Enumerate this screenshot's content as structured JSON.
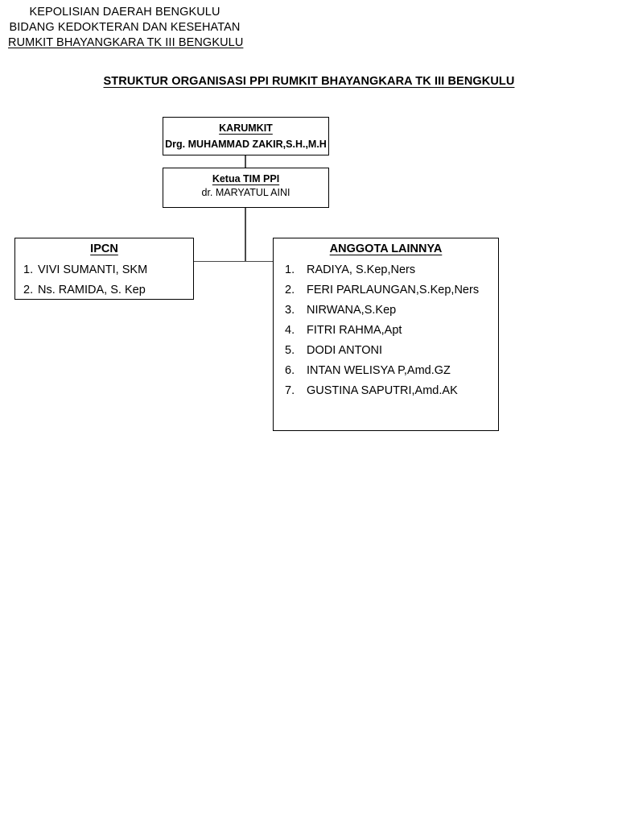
{
  "letterhead": {
    "lines": [
      "KEPOLISIAN DAERAH BENGKULU",
      "BIDANG KEDOKTERAN DAN KESEHATAN",
      "RUMKIT BHAYANGKARA TK III BENGKULU"
    ]
  },
  "title": "STRUKTUR ORGANISASI PPI RUMKIT BHAYANGKARA TK III BENGKULU",
  "chart_data": {
    "type": "diagram",
    "diagram_kind": "organization-chart",
    "nodes": [
      {
        "id": "karumkit",
        "title": "KARUMKIT",
        "subtitle": "Drg. MUHAMMAD ZAKIR,S.H.,M.H",
        "members": []
      },
      {
        "id": "ketua-tim-ppi",
        "title": "Ketua TIM PPI",
        "subtitle": "dr. MARYATUL AINI",
        "members": []
      },
      {
        "id": "ipcn",
        "title": "IPCN",
        "subtitle": "",
        "members": [
          {
            "num": "1.",
            "name": "VIVI SUMANTI, SKM"
          },
          {
            "num": "2.",
            "name": "Ns. RAMIDA, S. Kep"
          }
        ]
      },
      {
        "id": "anggota-lainnya",
        "title": "ANGGOTA LAINNYA",
        "subtitle": "",
        "members": [
          {
            "num": "1.",
            "name": "RADIYA, S.Kep,Ners"
          },
          {
            "num": "2.",
            "name": "FERI PARLAUNGAN,S.Kep,Ners"
          },
          {
            "num": "3.",
            "name": "NIRWANA,S.Kep"
          },
          {
            "num": "4.",
            "name": "FITRI RAHMA,Apt"
          },
          {
            "num": "5.",
            "name": "DODI ANTONI"
          },
          {
            "num": "6.",
            "name": "INTAN WELISYA P,Amd.GZ"
          },
          {
            "num": "7.",
            "name": "GUSTINA SAPUTRI,Amd.AK"
          }
        ]
      }
    ],
    "edges": [
      {
        "from": "karumkit",
        "to": "ketua-tim-ppi"
      },
      {
        "from": "ketua-tim-ppi",
        "to": "ipcn"
      },
      {
        "from": "ketua-tim-ppi",
        "to": "anggota-lainnya"
      }
    ],
    "colors": {
      "background": "#ffffff",
      "text": "#000000",
      "box_border": "#000000",
      "connector": "#4a4a4a"
    }
  }
}
